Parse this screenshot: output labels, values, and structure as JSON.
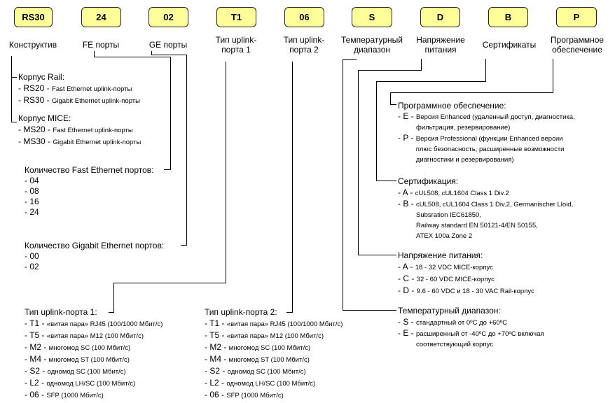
{
  "codes": [
    {
      "code": "RS30",
      "label": "Конструктив"
    },
    {
      "code": "24",
      "label": "FE порты"
    },
    {
      "code": "02",
      "label": "GE порты"
    },
    {
      "code": "T1",
      "label": "Тип uplink-\nпорта 1"
    },
    {
      "code": "06",
      "label": "Тип uplink-\nпорта 2"
    },
    {
      "code": "S",
      "label": "Температурный\nдиапазон"
    },
    {
      "code": "D",
      "label": "Напряжение\nпитания"
    },
    {
      "code": "B",
      "label": "Сертификаты"
    },
    {
      "code": "P",
      "label": "Программное\nобеспечение"
    }
  ],
  "blocks": {
    "rail": {
      "heading": "Корпус Rail:",
      "items": [
        {
          "code": "- RS20 - ",
          "desc": "Fast Ethernet uplink-порты"
        },
        {
          "code": "- RS30 - ",
          "desc": "Gigabit Ethernet uplink-порты"
        }
      ]
    },
    "mice": {
      "heading": "Корпус MICE:",
      "items": [
        {
          "code": "- MS20 - ",
          "desc": "Fast Ethernet uplink-порты"
        },
        {
          "code": "- MS30 - ",
          "desc": "Gigabit Ethernet uplink-порты"
        }
      ]
    },
    "fe": {
      "heading": "Количество Fast Ethernet портов:",
      "items": [
        {
          "code": "- 04",
          "desc": ""
        },
        {
          "code": "- 08",
          "desc": ""
        },
        {
          "code": "- 16",
          "desc": ""
        },
        {
          "code": "- 24",
          "desc": ""
        }
      ]
    },
    "ge": {
      "heading": "Количество Gigabit Ethernet портов:",
      "items": [
        {
          "code": "- 00",
          "desc": ""
        },
        {
          "code": "- 02",
          "desc": ""
        }
      ]
    },
    "uplink1": {
      "heading": "Тип uplink-порта 1:",
      "items": [
        {
          "code": "- T1 - ",
          "desc": "«витая пара» RJ45 (100/1000 Мбит/с)"
        },
        {
          "code": "- T5 - ",
          "desc": "«витая пара» M12 (100 Мбит/с)"
        },
        {
          "code": "- M2 - ",
          "desc": "многомод SC (100 Мбит/с)"
        },
        {
          "code": "- M4 - ",
          "desc": "многомод ST (100 Мбит/с)"
        },
        {
          "code": "- S2 - ",
          "desc": "одномод SC (100 Мбит/с)"
        },
        {
          "code": "- L2 - ",
          "desc": "одномод LH/SC (100 Мбит/с)"
        },
        {
          "code": "- 06 - ",
          "desc": "SFP (1000 Мбит/с)"
        }
      ]
    },
    "uplink2": {
      "heading": "Тип uplink-порта 2:",
      "items": [
        {
          "code": "- T1 - ",
          "desc": "«витая пара» RJ45 (100/1000 Мбит/с)"
        },
        {
          "code": "- T5 - ",
          "desc": "«витая пара» M12 (100 Мбит/с)"
        },
        {
          "code": "- M2 - ",
          "desc": "многомод SC (100 Мбит/с)"
        },
        {
          "code": "- M4 - ",
          "desc": "многомод ST (100 Мбит/с)"
        },
        {
          "code": "- S2 - ",
          "desc": "одномод SC (100 Мбит/с)"
        },
        {
          "code": "- L2 - ",
          "desc": "одномод LH/SC (100 Мбит/с)"
        },
        {
          "code": "- 06 - ",
          "desc": "SFP (1000 Мбит/с)"
        }
      ]
    },
    "software": {
      "heading": "Программное обеспечение:",
      "items": [
        {
          "code": "- E - ",
          "desc": "Версия Enhanced (удаленный доступ, диагностика,\nфильтрация, резервирование)"
        },
        {
          "code": "- P - ",
          "desc": "Версия Professional (функции Enhanced версии\nплюс безопасность, расширенные возможности\nдиагностики и резервирования)"
        }
      ]
    },
    "cert": {
      "heading": "Сертификация:",
      "items": [
        {
          "code": "- A - ",
          "desc": "cUL508, cUL1604 Class 1 Div.2"
        },
        {
          "code": "- B - ",
          "desc": "cUL508, cUL1604 Class 1 Div.2, Germanischer Lloid,\nSubsration IEC61850,\nRailway standard EN 50121-4/EN 50155,\nATEX 100a Zone 2"
        }
      ]
    },
    "power": {
      "heading": "Напряжение питания:",
      "items": [
        {
          "code": "- A - ",
          "desc": "18 - 32 VDC MICE-корпус"
        },
        {
          "code": "- C - ",
          "desc": "32 - 60 VDC MICE-корпус"
        },
        {
          "code": "- D - ",
          "desc": "9.6 - 60 VDC и 18 - 30 VAC Rail-корпус"
        }
      ]
    },
    "temp": {
      "heading": "Температурный диапазон:",
      "items": [
        {
          "code": "- S - ",
          "desc": "стандартный от 0ºС до +60ºС"
        },
        {
          "code": "- E - ",
          "desc": "расширенный от -40ºС до +70ºС включая\nсоответствующий корпус"
        }
      ]
    }
  }
}
